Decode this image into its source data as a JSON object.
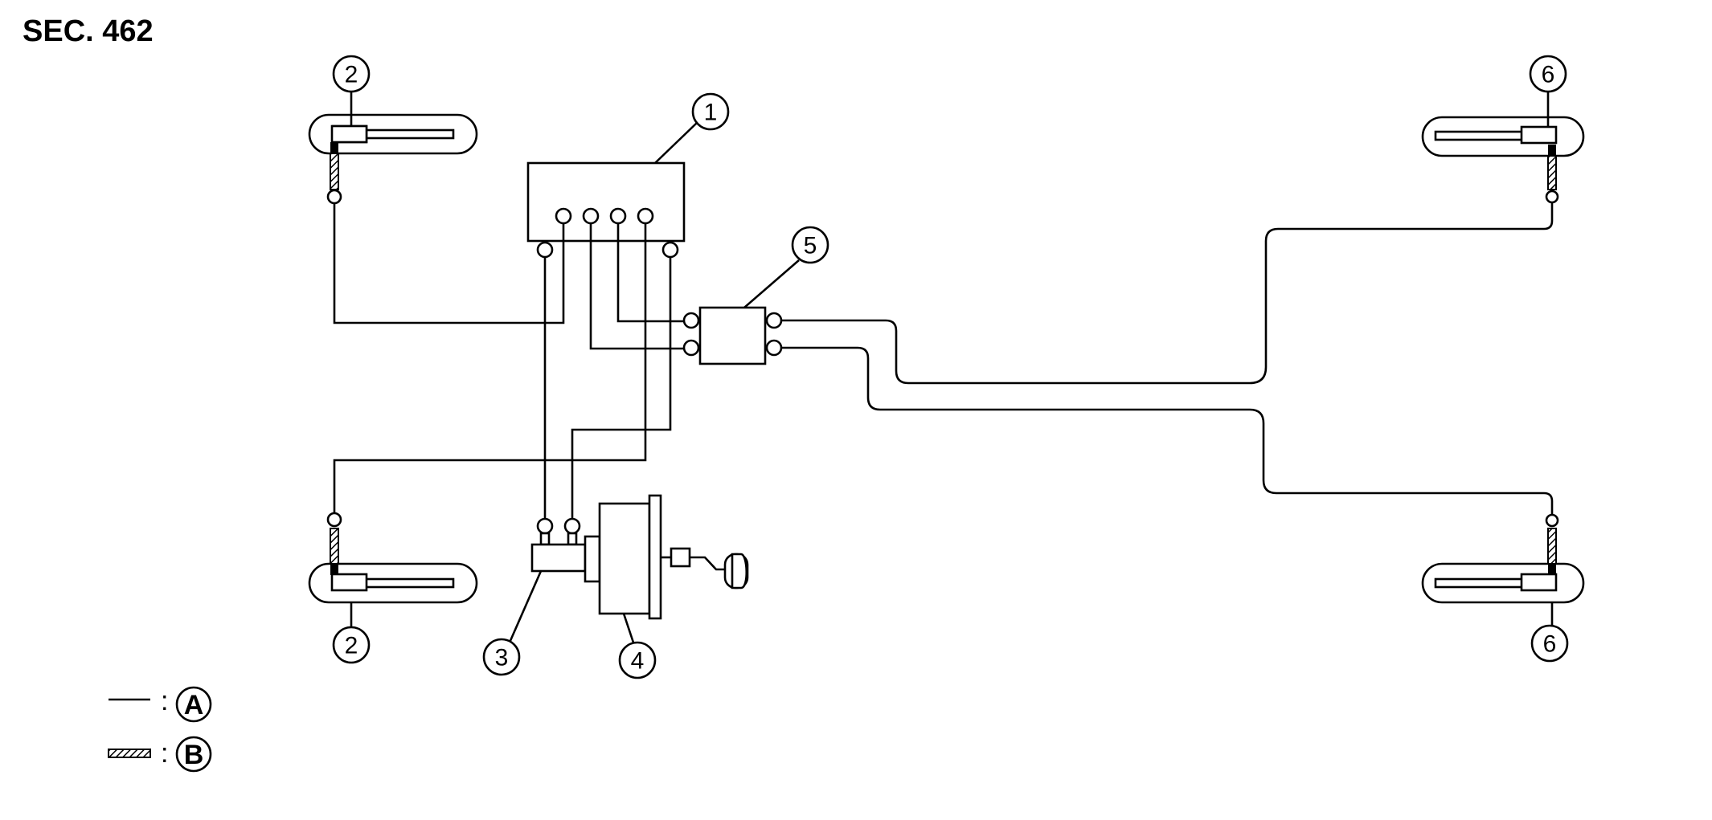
{
  "title": "SEC. 462",
  "callouts": {
    "c1": "1",
    "c2_top": "2",
    "c2_bottom": "2",
    "c3": "3",
    "c4": "4",
    "c5": "5",
    "c6_top": "6",
    "c6_bottom": "6"
  },
  "legend": {
    "separator": ":",
    "line_a": "A",
    "line_b": "B"
  }
}
